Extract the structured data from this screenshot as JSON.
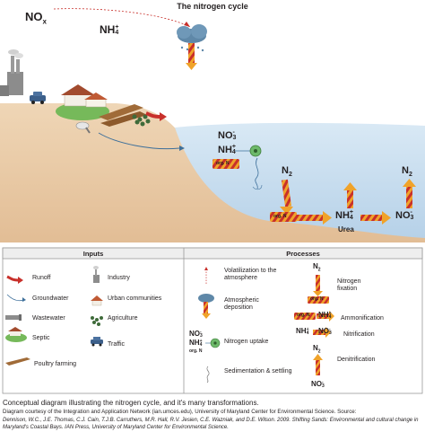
{
  "title": "The nitrogen cycle",
  "species": {
    "nox": "NOx",
    "nh4": "NH4+",
    "no3": "NO3-",
    "n2": "N2",
    "org_n": "org. N",
    "urea": "Urea"
  },
  "legend": {
    "inputs_header": "Inputs",
    "processes_header": "Processes",
    "inputs": [
      "Runoff",
      "Groundwater",
      "Wastewater",
      "Septic",
      "Poultry farming",
      "Industry",
      "Urban communities",
      "Agriculture",
      "Traffic"
    ],
    "processes": [
      "Volatilization to the atmosphere",
      "Atmospheric deposition",
      "Nitrogen uptake",
      "Sedimentation & settling",
      "Nitrogen fixation",
      "Ammonification",
      "Nitrification",
      "Denitrification"
    ]
  },
  "caption": {
    "line1": "Conceptual diagram illustrating the nitrogen cycle, and it's many transformations.",
    "line2": "Diagram courtesy of the Integration and Application Network (ian.umces.edu), University of Maryland Center for Environmental Science. Source:",
    "line3": "Dennison, W.C., J.E. Thomas, C.J. Cain, T.J.B. Carruthers, M.R. Hall, R.V. Jesien, C.E. Wazniak, and D.E. Wilson. 2009. Shifting Sands: Environmental and cultural change in",
    "line4": "Maryland's Coastal Bays. IAN Press, University of Maryland Center for Environmental Science."
  },
  "colors": {
    "land": "#e9c9a4",
    "water": "#c9dff0",
    "water_deep": "#b5d0e8",
    "arrow_orange": "#f0a32a",
    "arrow_red": "#c8302b",
    "cloud": "#5f88a8",
    "plankton": "#6db96a",
    "legend_border": "#9a9a9a",
    "legend_header_bg": "#eeeeee"
  }
}
